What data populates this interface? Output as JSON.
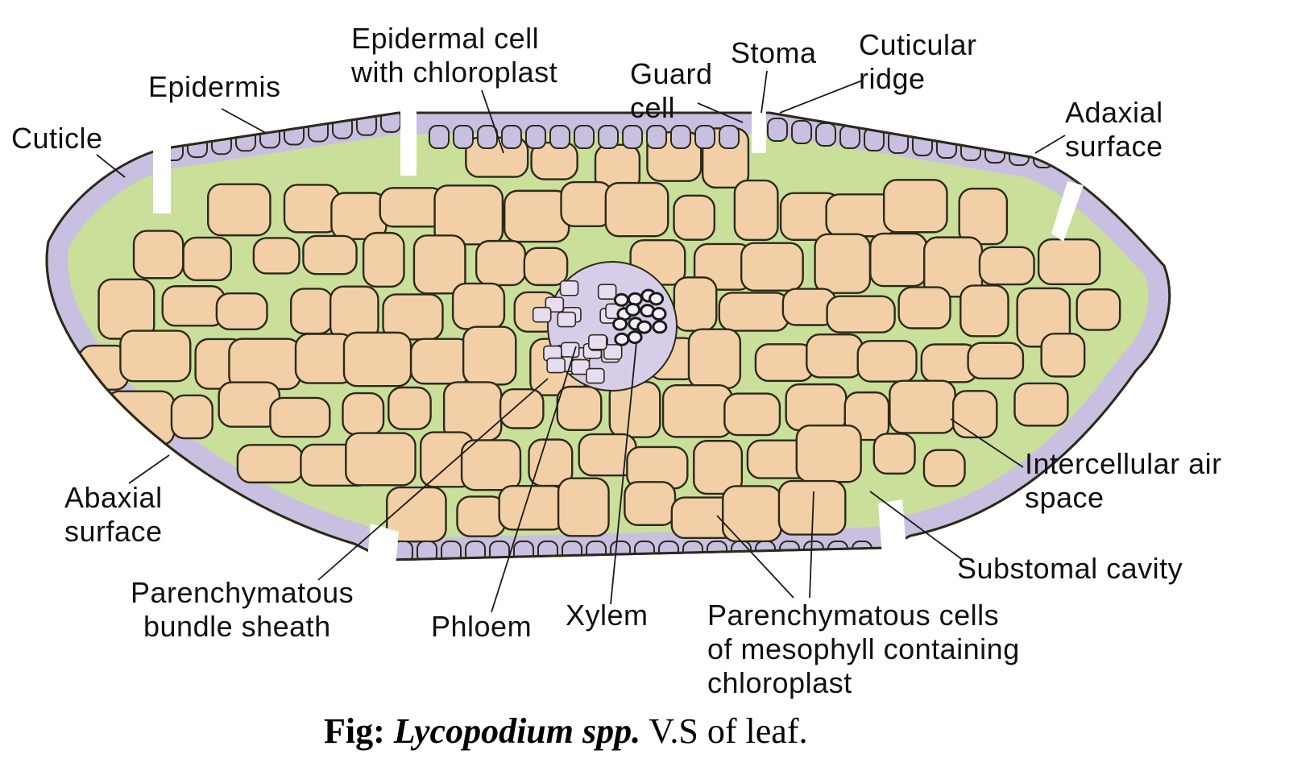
{
  "labels": {
    "epidermal_cell": [
      "Epidermal cell",
      "with chloroplast"
    ],
    "epidermis": "Epidermis",
    "cuticle": "Cuticle",
    "guard_cell": [
      "Guard",
      "cell"
    ],
    "stoma": "Stoma",
    "cuticular_ridge": [
      "Cuticular",
      "ridge"
    ],
    "adaxial_surface": [
      "Adaxial",
      "surface"
    ],
    "abaxial_surface": [
      "Abaxial",
      "surface"
    ],
    "intercellular_air_space": [
      "Intercellular air",
      "space"
    ],
    "substomal_cavity": "Substomal cavity",
    "bundle_sheath": [
      "Parenchymatous",
      "bundle sheath"
    ],
    "phloem": "Phloem",
    "xylem": "Xylem",
    "mesophyll": [
      "Parenchymatous cells",
      "of mesophyll containing",
      "chloroplast"
    ]
  },
  "caption": {
    "prefix": "Fig: ",
    "species": "Lycopodium spp.",
    "suffix": " V.S of leaf."
  },
  "colors": {
    "cell_fill": "#f2cfa6",
    "green_space": "#c9df9a",
    "epidermis_fill": "#c9bfe0",
    "outline": "#2b2a1a",
    "xylem": "#1b1b1b"
  }
}
